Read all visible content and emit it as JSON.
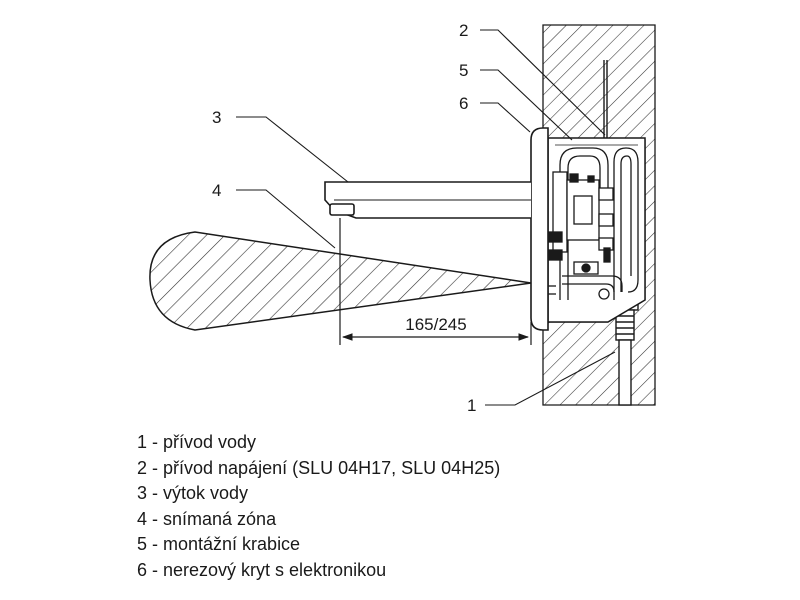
{
  "callouts": {
    "c1": "1",
    "c2": "2",
    "c3": "3",
    "c4": "4",
    "c5": "5",
    "c6": "6"
  },
  "dimension": "165/245",
  "legend": [
    "1 - přívod vody",
    "2 - přívod napájení (SLU 04H17, SLU 04H25)",
    "3 - výtok vody",
    "4 - snímaná zóna",
    "5 - montážní krabice",
    "6 - nerezový kryt s elektronikou"
  ]
}
